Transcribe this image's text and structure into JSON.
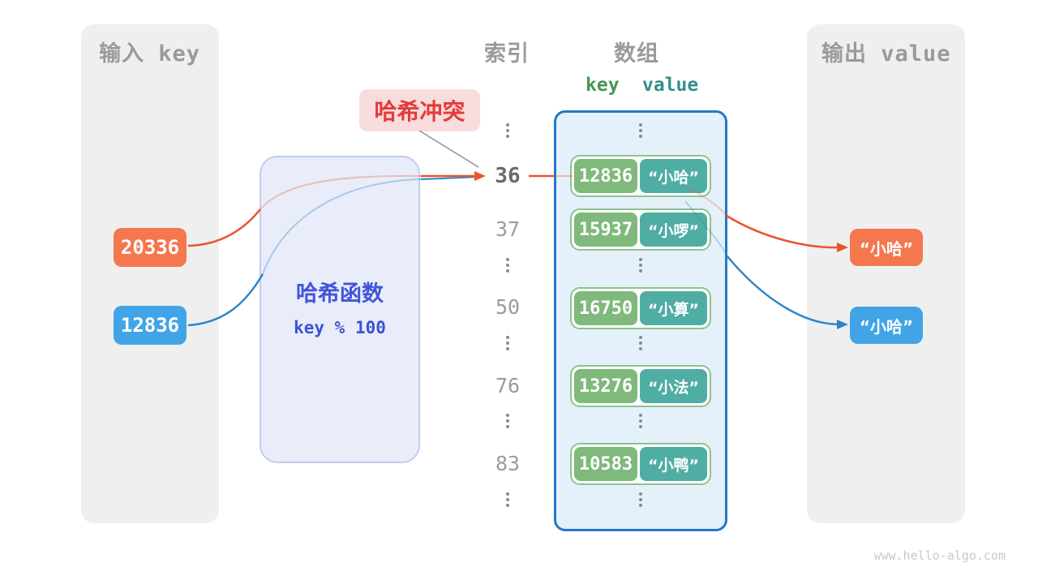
{
  "watermark": "www.hello-algo.com",
  "input_panel": {
    "title": "输入 key",
    "keys": [
      "20336",
      "12836"
    ]
  },
  "hash_function": {
    "name": "哈希函数",
    "formula": "key % 100"
  },
  "collision_label": "哈希冲突",
  "index_column": {
    "title": "索引",
    "indices": [
      "36",
      "37",
      "50",
      "76",
      "83"
    ],
    "highlighted_index": "36"
  },
  "array_panel": {
    "title": "数组",
    "key_header": "key",
    "value_header": "value",
    "rows": [
      {
        "key": "12836",
        "value": "“小哈”"
      },
      {
        "key": "15937",
        "value": "“小啰”"
      },
      {
        "key": "16750",
        "value": "“小算”"
      },
      {
        "key": "13276",
        "value": "“小法”"
      },
      {
        "key": "10583",
        "value": "“小鸭”"
      }
    ]
  },
  "output_panel": {
    "title": "输出 value",
    "outputs": [
      "“小哈”",
      "“小哈”"
    ]
  },
  "colors": {
    "orange": "#f4774e",
    "blue": "#41a4e6",
    "green": "#7fb97c",
    "teal": "#4fada3",
    "red": "#e23b3b",
    "arrow_orange": "#e8552e",
    "arrow_blue": "#2e86c8"
  }
}
